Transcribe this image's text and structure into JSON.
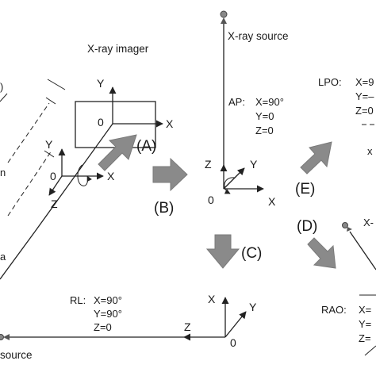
{
  "diagram": {
    "labels": {
      "imager": "X-ray imager",
      "source_top": "X-ray source",
      "source_bottom": "source",
      "x_partial": "X-",
      "x_partial2": "x",
      "paren_partial": ")",
      "n_partial": "n",
      "a_partial": "a"
    },
    "axes": {
      "x": "X",
      "y": "Y",
      "z": "Z",
      "origin": "0"
    },
    "steps": {
      "a": "(A)",
      "b": "(B)",
      "c": "(C)",
      "d": "(D)",
      "e": "(E)"
    },
    "views": {
      "ap": {
        "name": "AP:",
        "x": "X=90°",
        "y": "Y=0",
        "z": "Z=0"
      },
      "rl": {
        "name": "RL:",
        "x": "X=90°",
        "y": "Y=90°",
        "z": "Z=0"
      },
      "lpo": {
        "name": "LPO:",
        "x": "X=9",
        "y": "Y=–",
        "z": "Z=0"
      },
      "rao": {
        "name": "RAO:",
        "x": "X=",
        "y": "Y=",
        "z": "Z="
      }
    }
  }
}
